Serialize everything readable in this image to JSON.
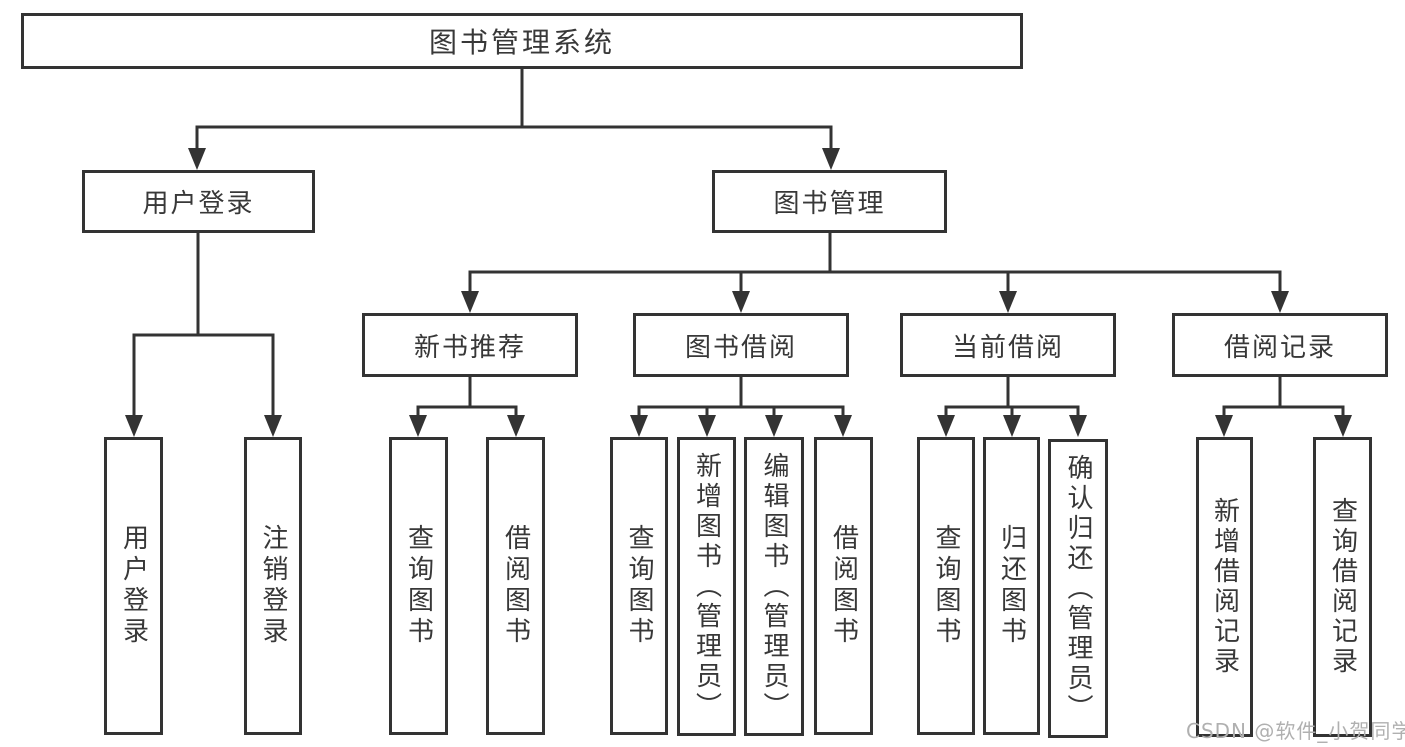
{
  "diagram": {
    "type": "tree",
    "tree": {
      "root": {
        "label": "图书管理系统"
      },
      "children": [
        {
          "label": "用户登录",
          "children": [
            {
              "label": "用户登录"
            },
            {
              "label": "注销登录"
            }
          ]
        },
        {
          "label": "图书管理",
          "children": [
            {
              "label": "新书推荐",
              "children": [
                {
                  "label": "查询图书"
                },
                {
                  "label": "借阅图书"
                }
              ]
            },
            {
              "label": "图书借阅",
              "children": [
                {
                  "label": "查询图书"
                },
                {
                  "label": "新增图书（管理员）"
                },
                {
                  "label": "编辑图书（管理员）"
                },
                {
                  "label": "借阅图书"
                }
              ]
            },
            {
              "label": "当前借阅",
              "children": [
                {
                  "label": "查询图书"
                },
                {
                  "label": "归还图书"
                },
                {
                  "label": "确认归还（管理员）"
                }
              ]
            },
            {
              "label": "借阅记录",
              "children": [
                {
                  "label": "新增借阅记录"
                },
                {
                  "label": "查询借阅记录"
                }
              ]
            }
          ]
        }
      ]
    },
    "colors": {
      "line": "#333333",
      "box_border": "#333333",
      "text": "#383838",
      "watermark_text": "#b0b0b0",
      "background": "#ffffff"
    }
  },
  "watermark": {
    "text": "CSDN @软件_小贺同学"
  }
}
